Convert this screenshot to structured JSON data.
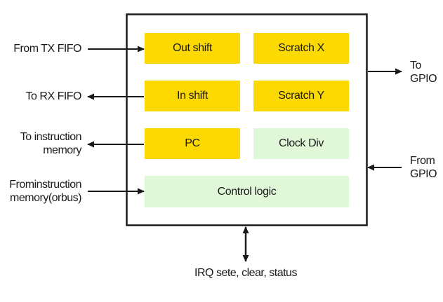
{
  "colors": {
    "register_fill": "#fcd900",
    "control_fill": "#e0f8d8",
    "outline": "#1a1a1a"
  },
  "blocks": {
    "out_shift": "Out shift",
    "scratch_x": "Scratch X",
    "in_shift": "In shift",
    "scratch_y": "Scratch Y",
    "pc": "PC",
    "clock_div": "Clock Div",
    "control_logic": "Control logic"
  },
  "left_labels": {
    "from_tx_fifo": "From TX FIFO",
    "to_rx_fifo": "To  RX FIFO",
    "to_instruction_memory": [
      "To instruction",
      "memory"
    ],
    "from_instruction_memory": [
      "Frominstruction",
      "memory(orbus)"
    ]
  },
  "right_labels": {
    "to_gpio": [
      "To",
      "GPIO"
    ],
    "from_gpio": [
      "From",
      "GPIO"
    ]
  },
  "bottom_label": "IRQ sete, clear, status"
}
